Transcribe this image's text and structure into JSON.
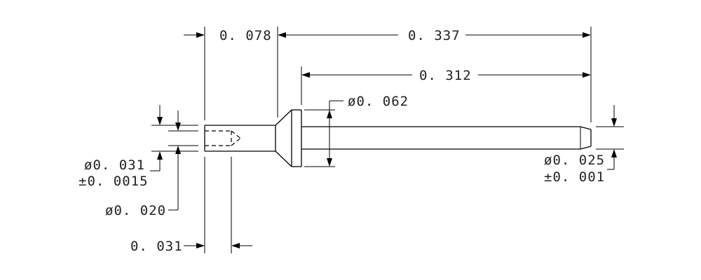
{
  "dimensions": {
    "head_length": "0. 078",
    "overall_length": "0. 337",
    "shank_length": "0. 312",
    "head_diameter": "ø0. 062",
    "tip_diameter": "ø0. 025",
    "tip_tolerance": "±0. 001",
    "tail_diameter": "ø0. 031",
    "tail_tolerance": "±0. 0015",
    "bore_diameter": "ø0. 020",
    "bore_depth": "0. 031"
  }
}
